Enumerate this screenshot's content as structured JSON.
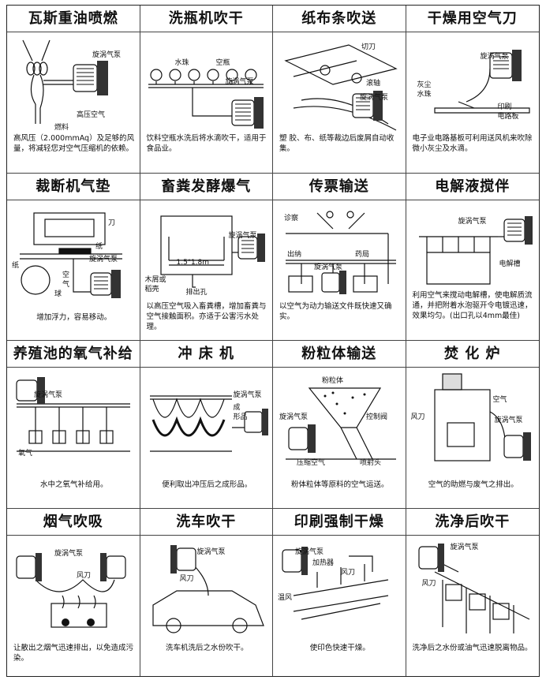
{
  "cells": [
    {
      "title": "瓦斯重油喷燃",
      "labels": {
        "pump": "旋涡气泵",
        "air": "高压空气",
        "fuel": "燃料"
      },
      "caption": "高风压（2.000mmAq）及足够的风量，将减轻您对空气压缩机的依赖。"
    },
    {
      "title": "洗瓶机吹干",
      "labels": {
        "drops": "水珠",
        "bottle": "空瓶",
        "pump": "旋涡气泵"
      },
      "caption": "饮料空瓶水洗后将水滴吹干，适用于食品业。"
    },
    {
      "title": "纸布条吹送",
      "labels": {
        "cutter": "切刀",
        "roller": "滚轴",
        "pump": "旋涡气泵"
      },
      "caption": "塑 胶、布、纸等裁边后废屑自动收集。"
    },
    {
      "title": "干燥用空气刀",
      "labels": {
        "pump": "旋涡气泵",
        "dust": "灰尘",
        "water": "水珠",
        "pcb1": "印刷",
        "pcb2": "电路板"
      },
      "caption": "电子业电路基板可利用送风机来吹除微小灰尘及水滴。"
    },
    {
      "title": "裁断机气垫",
      "labels": {
        "knife": "刀",
        "paper": "纸",
        "paper2": "纸",
        "pump": "旋涡气泵",
        "air": "空",
        "air2": "气",
        "ball": "球"
      },
      "caption": "增加浮力，容易移动。"
    },
    {
      "title": "畜粪发酵爆气",
      "labels": {
        "depth": "1.5\"1.8m",
        "pump": "旋涡气泵",
        "chips1": "木屑或",
        "chips2": "稻壳",
        "outlet": "排出孔"
      },
      "caption": "以高压空气吸入畜粪槽，增加畜粪与空气接触面积。亦适于公害污水处理。"
    },
    {
      "title": "传票输送",
      "labels": {
        "clinic": "诊察",
        "cashier": "出纳",
        "pharmacy": "药局",
        "pump": "旋涡气泵"
      },
      "caption": "以空气为动力输送文件既快速又确实。"
    },
    {
      "title": "电解液搅伴",
      "labels": {
        "pump": "旋涡气泵",
        "tank": "电解槽"
      },
      "caption": "利用空气来搅动电解槽，使电解质流通，并把附着水泡驱开令电镀迅速，效果均匀。(出口孔以4mm最佳)"
    },
    {
      "title": "养殖池的氧气补给",
      "labels": {
        "pump": "旋涡气泵",
        "oxygen": "氧气"
      },
      "caption": "水中之氧气补给用。"
    },
    {
      "title": "冲 床 机",
      "labels": {
        "pump": "旋涡气泵",
        "product1": "成",
        "product2": "形品"
      },
      "caption": "便利取出冲压后之成形品。"
    },
    {
      "title": "粉粒体输送",
      "labels": {
        "powder": "粉粒体",
        "pump": "旋涡气泵",
        "valve": "控制阀",
        "air": "压缩空气",
        "nozzle": "喷射头"
      },
      "caption": "粉体粒体等原料的空气运送。"
    },
    {
      "title": "焚 化 炉",
      "labels": {
        "air": "空气",
        "knife": "风刀",
        "pump": "旋涡气泵"
      },
      "caption": "空气的助燃与废气之排出。"
    },
    {
      "title": "烟气吹吸",
      "labels": {
        "pump": "旋涡气泵",
        "knife": "风刀"
      },
      "caption": "让散出之烟气迅速排出，以免造成污染。"
    },
    {
      "title": "洗车吹干",
      "labels": {
        "pump": "旋涡气泵",
        "knife": "风刀"
      },
      "caption": "洗车机洗后之水份吹干。"
    },
    {
      "title": "印刷强制干燥",
      "labels": {
        "pump": "旋涡气泵",
        "heater": "加热器",
        "knife": "风刀",
        "warm": "温风"
      },
      "caption": "使印色快速干燥。"
    },
    {
      "title": "洗净后吹干",
      "labels": {
        "pump": "旋涡气泵",
        "knife": "风刀"
      },
      "caption": "洗净后之水份或油气迅速脱离物品。"
    }
  ]
}
